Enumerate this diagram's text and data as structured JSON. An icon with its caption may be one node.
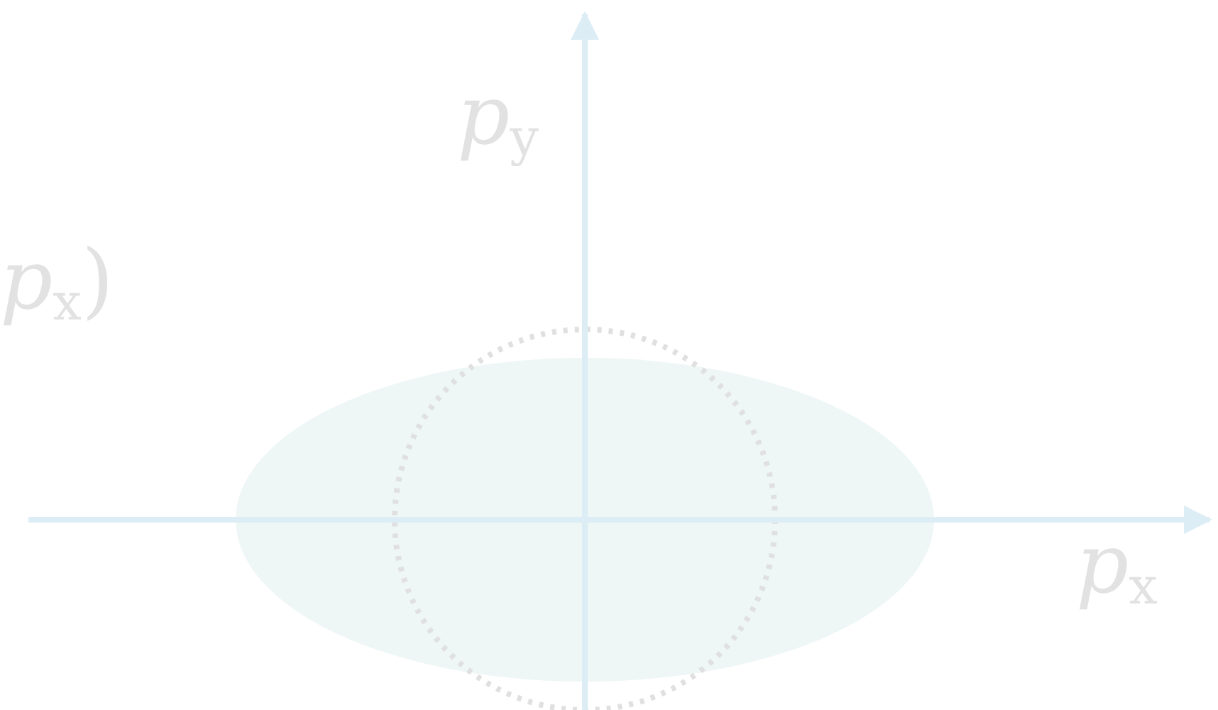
{
  "diagram": {
    "labels": [
      "*p*$_{y}$",
      "*p*$_{x}$)",
      "*p*$_{x}$"
    ]
  }
}
